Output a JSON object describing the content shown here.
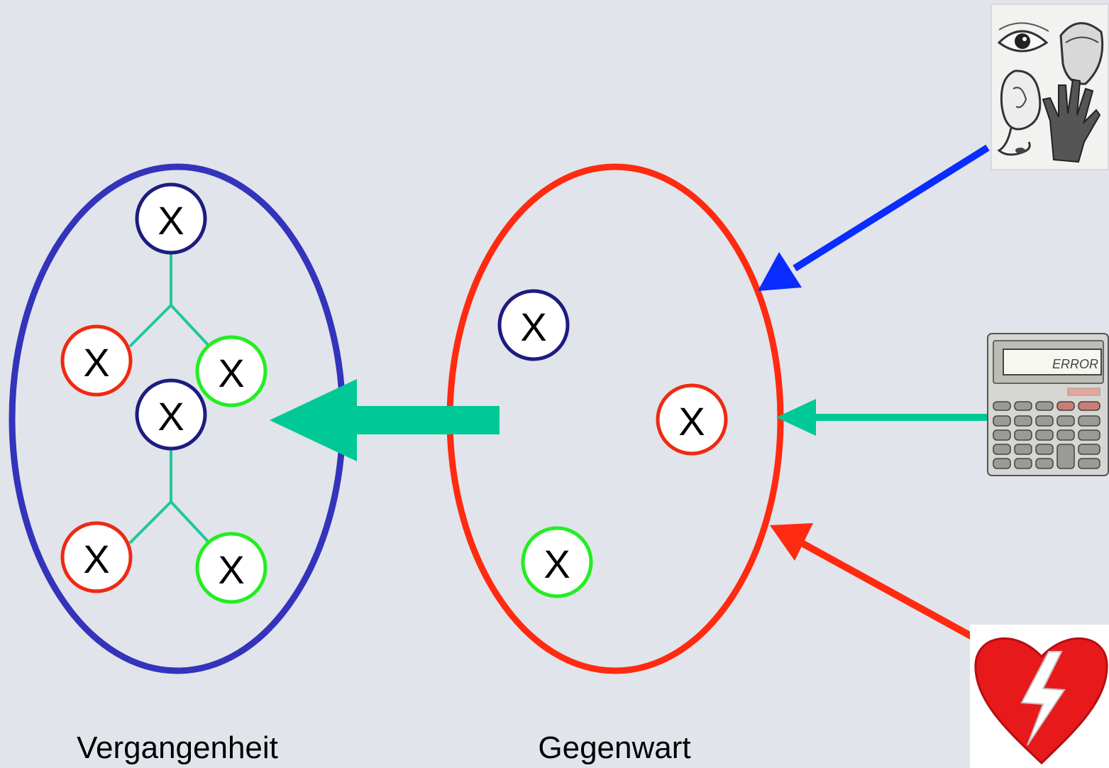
{
  "captions": {
    "past": "Vergangenheit",
    "present": "Gegenwart"
  },
  "node_label": "X",
  "colors": {
    "background": "#e1e4ea",
    "past_ellipse": "#3333bb",
    "present_ellipse": "#ff2a10",
    "node_blue": "#1c1c80",
    "node_red": "#ee2a12",
    "node_green": "#22ee22",
    "teal_arrow": "#00c896",
    "blue_arrow": "#0a2cff",
    "red_arrow": "#ff2a10"
  },
  "icons": {
    "senses": "senses-drawing-icon",
    "calculator": "calculator-icon",
    "calculator_display": "ERROR",
    "heart": "heart-lightning-icon"
  }
}
